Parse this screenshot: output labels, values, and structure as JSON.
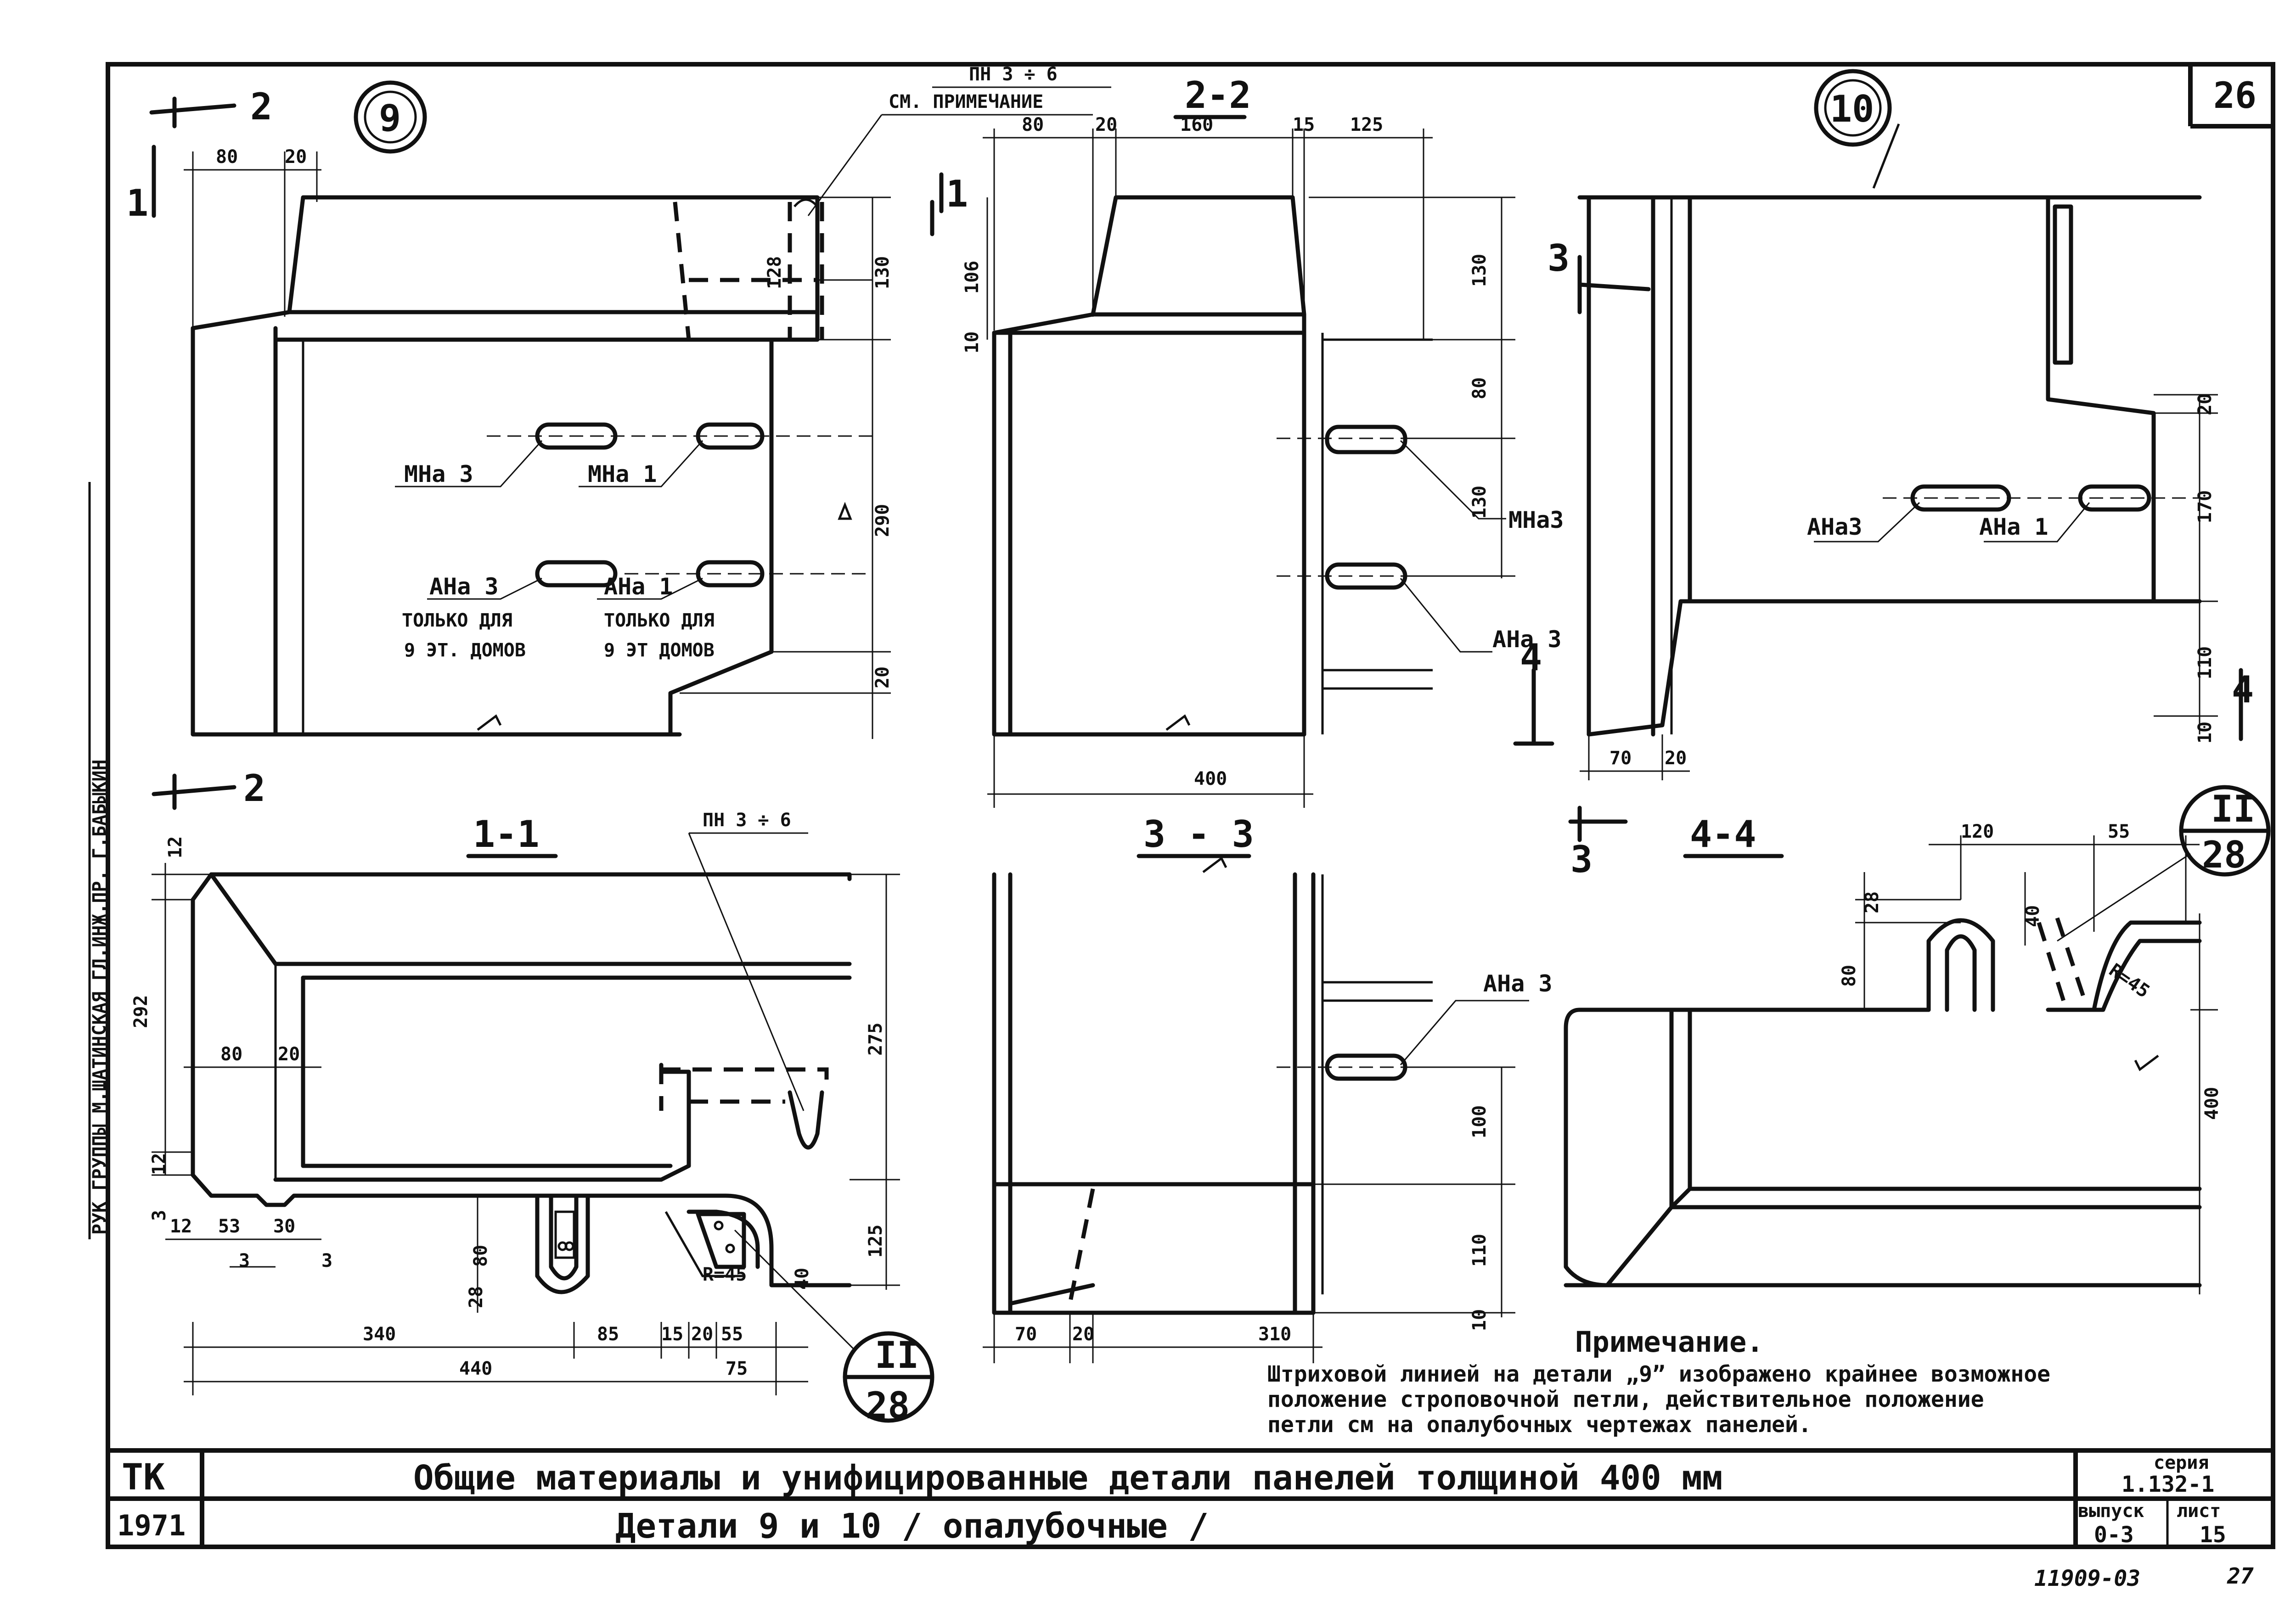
{
  "sheet": {
    "number": "26",
    "page_footer_left": "11909-03",
    "page_footer_right": "27"
  },
  "details": {
    "detail_9": "9",
    "detail_10": "10",
    "ref_11": "II",
    "ref_28": "28"
  },
  "sections": {
    "s22": "2-2",
    "s11": "1-1",
    "s33": "3 - 3",
    "s44": "4-4",
    "cut1": "1",
    "cut2": "2",
    "cut3": "3",
    "cut4": "4"
  },
  "callouts": {
    "pn_top": "ПН 3 ÷ 6",
    "see_note": "СМ. ПРИМЕЧАНИЕ",
    "pn_11": "ПН 3 ÷ 6",
    "mna3": "МНа 3",
    "mna1": "МНа 1",
    "ana3": "АНа 3",
    "ana1": "АНа 1",
    "ana3_note": "ТОЛЬКО ДЛЯ",
    "ana3_note2": "9 ЭТ. ДОМОВ",
    "ana1_note": "ТОЛЬКО ДЛЯ",
    "ana1_note2": "9 ЭТ ДОМОВ",
    "mna3_22": "МНа3",
    "ana3_22": "АНа 3",
    "ana3_33": "АНа 3",
    "ana3_10": "АНа3",
    "ana1_10": "АНа 1",
    "r45_a": "R=45",
    "r45_b": "R=45"
  },
  "dims": {
    "d80": "80",
    "d20": "20",
    "d160": "160",
    "d15": "15",
    "d125": "125",
    "d106": "106",
    "d10": "10",
    "d130": "130",
    "d128": "128",
    "d290": "290",
    "d400": "400",
    "d70": "70",
    "d170": "170",
    "d110": "110",
    "d120": "120",
    "d55": "55",
    "d40": "40",
    "d28": "28",
    "d292": "292",
    "d12": "12",
    "d3": "3",
    "d53": "53",
    "d30": "30",
    "d275": "275",
    "d100": "100",
    "d340": "340",
    "d85": "85",
    "d440": "440",
    "d75": "75",
    "d310": "310"
  },
  "note": {
    "title": "Примечание.",
    "line1": "Штриховой линией на детали „9” изображено крайнее возможное",
    "line2": "положение строповочной петли, действительное положение",
    "line3": "петли см на опалубочных чертежах панелей."
  },
  "stamp": {
    "tk": "ТК",
    "year": "1971",
    "title": "Общие материалы и унифицированные детали панелей толщиной 400 мм",
    "subtitle": "Детали 9 и 10 / опалубочные /",
    "series_label": "серия",
    "series": "1.132-1",
    "issue_label": "выпуск",
    "issue": "0-3",
    "sheet_label": "лист",
    "sheet": "15"
  },
  "side_stamp": {
    "text": "РУК ГРУППЫ  М.ШАТИНСКАЯ  ГЛ.ИНЖ.ПР.  Г.БАБЫКИН"
  }
}
